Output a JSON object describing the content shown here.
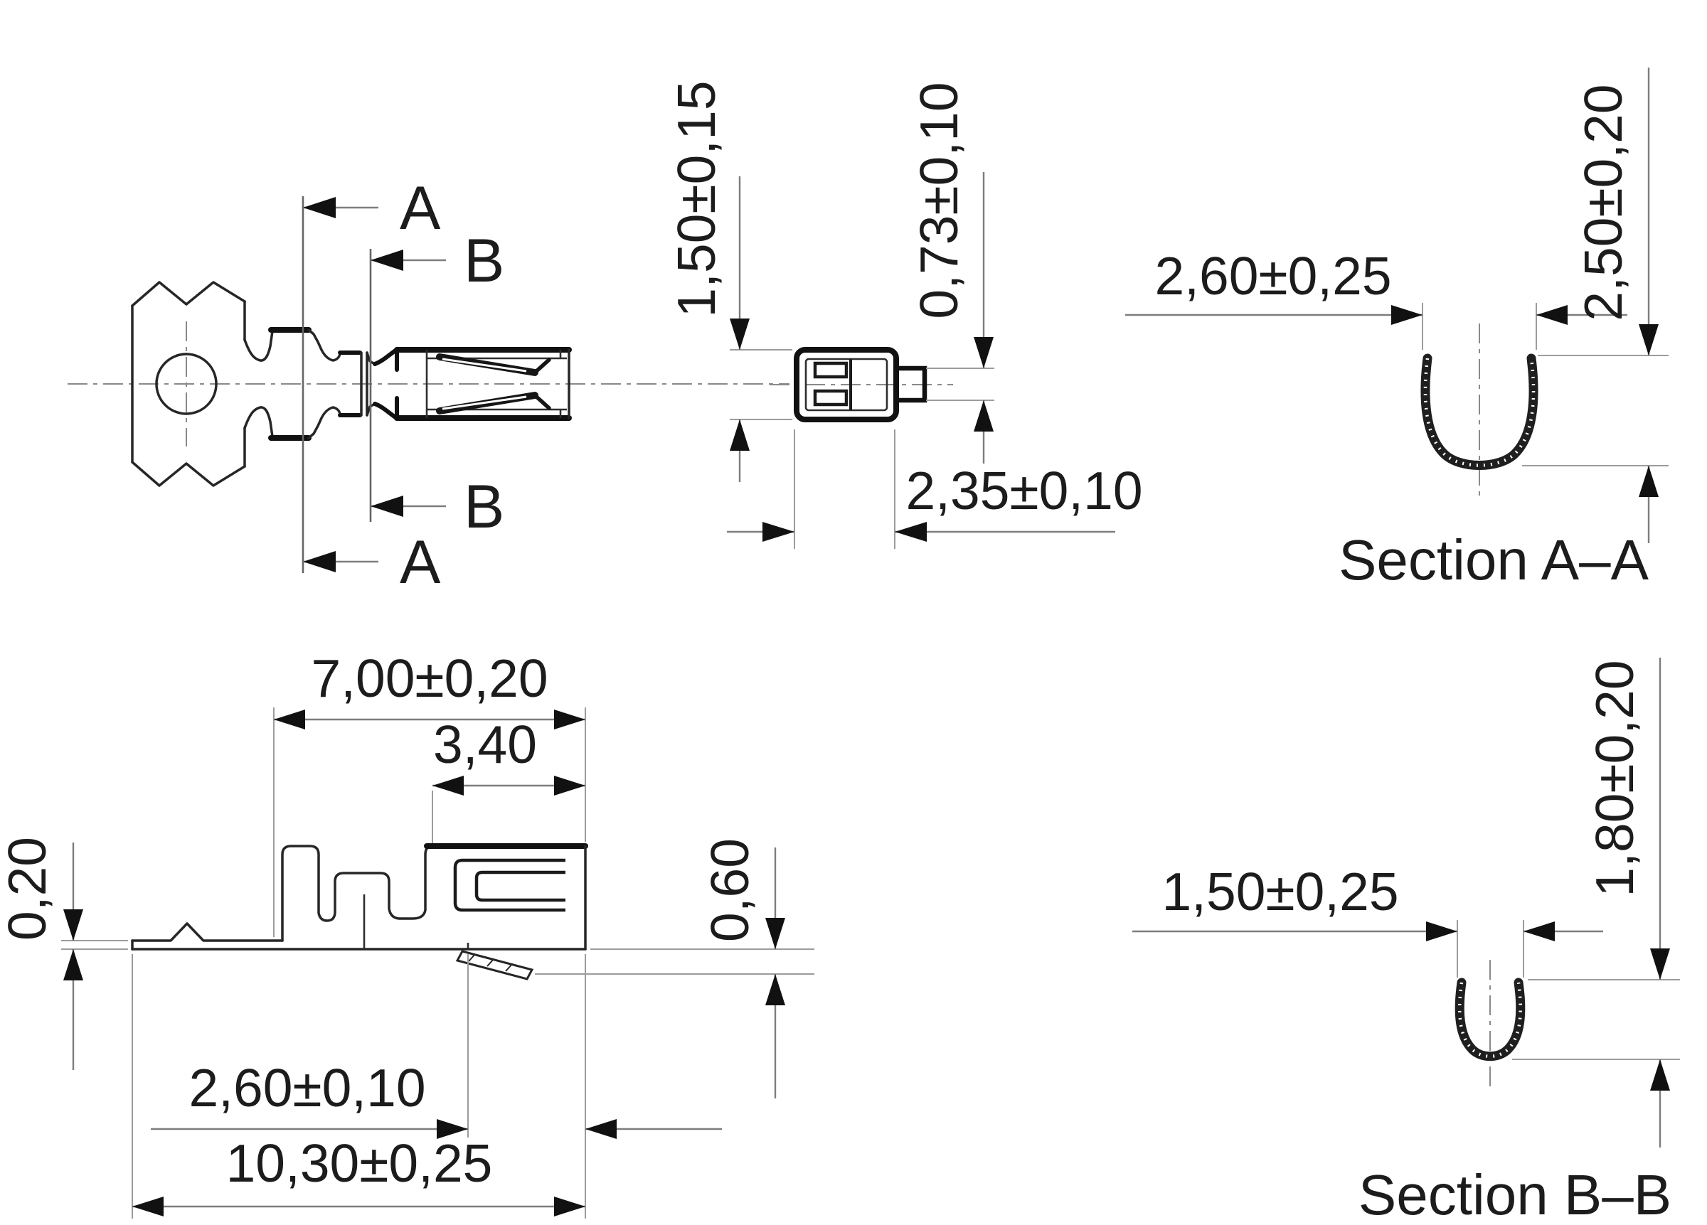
{
  "drawing": {
    "type": "engineering-drawing",
    "line_color": "#262626",
    "dim_color": "#7d7d7d",
    "text_color": "#1c1c1c",
    "background": "#ffffff"
  },
  "views": {
    "plan": {
      "section_marker_a": "A",
      "section_marker_b": "B"
    },
    "end": {
      "dim_height": "1,50±0,15",
      "dim_tab": "0,73±0,10",
      "dim_width": "2,35±0,10"
    },
    "section_aa": {
      "dim_width": "2,60±0,25",
      "dim_height": "2,50±0,20",
      "caption": "Section A–A"
    },
    "side": {
      "dim_box_length": "7,00±0,20",
      "dim_front_length": "3,40",
      "dim_thickness": "0,20",
      "dim_lance_drop": "0,60",
      "dim_seam_to_tip": "2,60±0,10",
      "dim_overall": "10,30±0,25"
    },
    "section_bb": {
      "dim_width": "1,50±0,25",
      "dim_height": "1,80±0,20",
      "caption": "Section B–B"
    }
  }
}
